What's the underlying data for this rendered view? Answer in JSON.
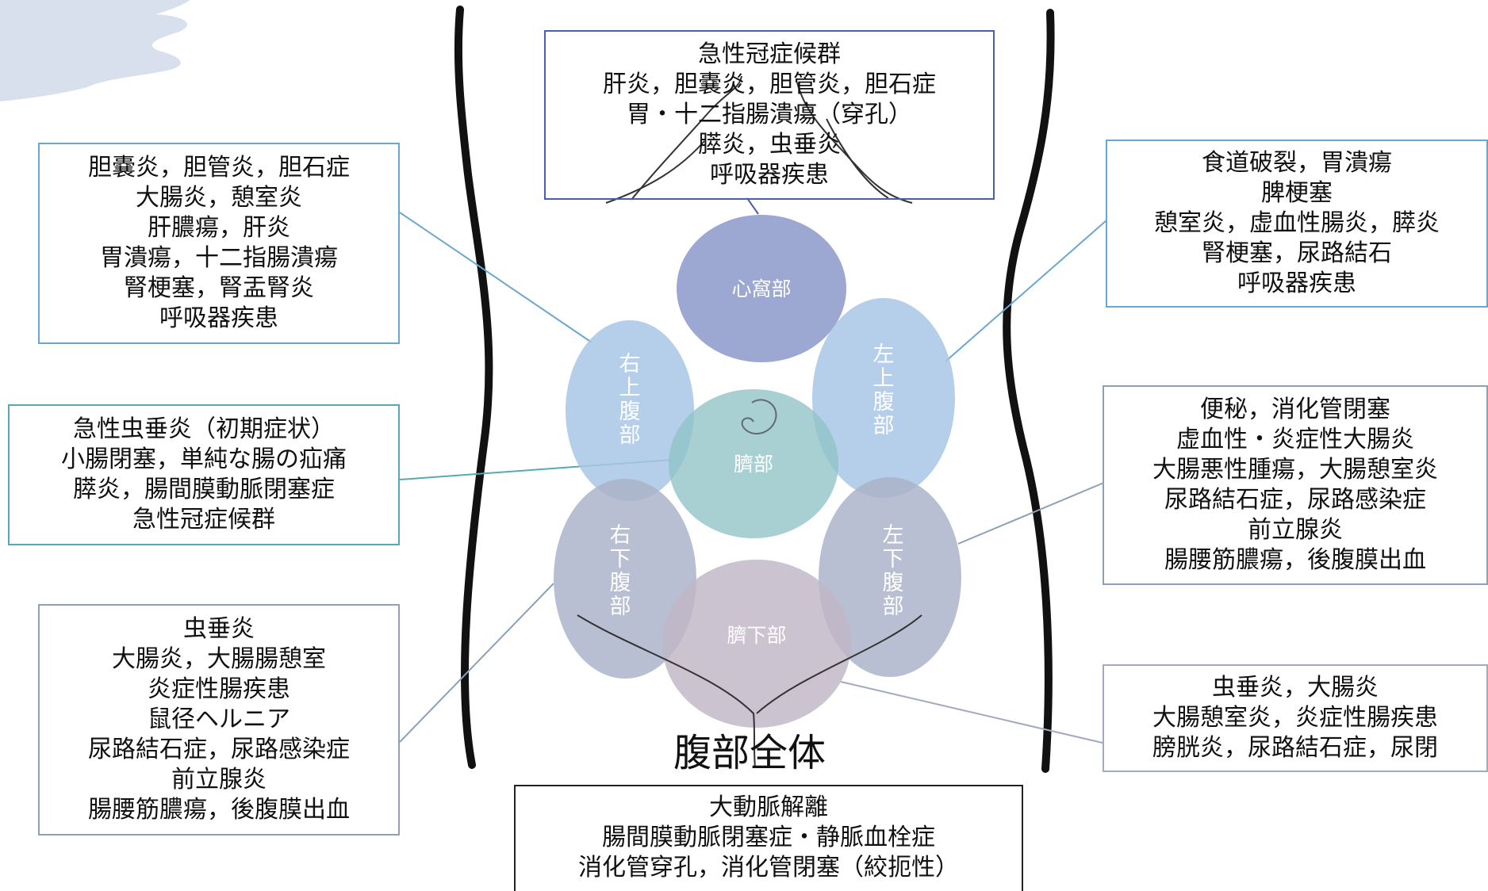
{
  "title": "腹部全体",
  "regions": {
    "epigastric": "心窩部",
    "right_upper": "右上腹部",
    "left_upper": "左上腹部",
    "umbilical": "臍部",
    "right_lower": "右下腹部",
    "left_lower": "左下腹部",
    "hypogastric": "臍下部"
  },
  "boxes": {
    "epigastric": [
      "急性冠症候群",
      "肝炎，胆嚢炎，胆管炎，胆石症",
      "胃・十二指腸潰瘍（穿孔）",
      "膵炎，虫垂炎",
      "呼吸器疾患"
    ],
    "right_upper": [
      "胆嚢炎，胆管炎，胆石症",
      "大腸炎，憩室炎",
      "肝膿瘍，肝炎",
      "胃潰瘍，十二指腸潰瘍",
      "腎梗塞，腎盂腎炎",
      "呼吸器疾患"
    ],
    "umbilical": [
      "急性虫垂炎（初期症状）",
      "小腸閉塞，単純な腸の疝痛",
      "膵炎，腸間膜動脈閉塞症",
      "急性冠症候群"
    ],
    "right_lower": [
      "虫垂炎",
      "大腸炎，大腸腸憩室",
      "炎症性腸疾患",
      "鼠径ヘルニア",
      "尿路結石症，尿路感染症",
      "前立腺炎",
      "腸腰筋膿瘍，後腹膜出血"
    ],
    "left_upper": [
      "食道破裂，胃潰瘍",
      "脾梗塞",
      "憩室炎，虚血性腸炎，膵炎",
      "腎梗塞，尿路結石",
      "呼吸器疾患"
    ],
    "left_lower": [
      "便秘，消化管閉塞",
      "虚血性・炎症性大腸炎",
      "大腸悪性腫瘍，大腸憩室炎",
      "尿路結石症，尿路感染症",
      "前立腺炎",
      "腸腰筋膿瘍，後腹膜出血"
    ],
    "hypogastric": [
      "虫垂炎，大腸炎",
      "大腸憩室炎，炎症性腸疾患",
      "膀胱炎，尿路結石症，尿閉"
    ],
    "whole_abdomen": [
      "大動脈解離",
      "腸間膜動脈閉塞症・静脈血栓症",
      "消化管穿孔，消化管閉塞（絞扼性）"
    ]
  },
  "colors": {
    "epigastric": "#8e9bcc",
    "right_upper": "#a8c7e6",
    "left_upper": "#a8c7e6",
    "umbilical": "#8fc3c6",
    "right_lower": "#a9b1c8",
    "left_lower": "#a9b1c8",
    "hypogastric": "#c0b6c6"
  }
}
